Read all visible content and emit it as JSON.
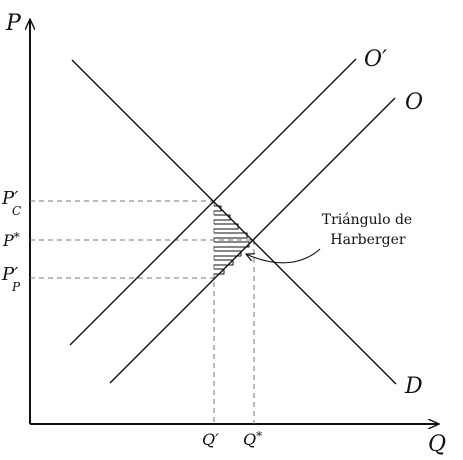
{
  "axes": {
    "y_label": "P",
    "x_label": "Q"
  },
  "curves": {
    "supply_shifted": {
      "label": "O",
      "prime": "′"
    },
    "supply": {
      "label": "O"
    },
    "demand": {
      "label": "D"
    }
  },
  "price_labels": {
    "pc": {
      "letter": "P",
      "mark": "′",
      "sub": "C"
    },
    "pstar": {
      "letter": "P",
      "mark": "*"
    },
    "pp": {
      "letter": "P",
      "mark": "′",
      "sub": "P"
    }
  },
  "quantity_labels": {
    "qprime": {
      "letter": "Q",
      "mark": "′"
    },
    "qstar": {
      "letter": "Q",
      "mark": "*"
    }
  },
  "annotation": {
    "line1": "Triángulo de",
    "line2": "Harberger"
  },
  "colors": {
    "lines": "#111111",
    "guides": "#777777"
  }
}
